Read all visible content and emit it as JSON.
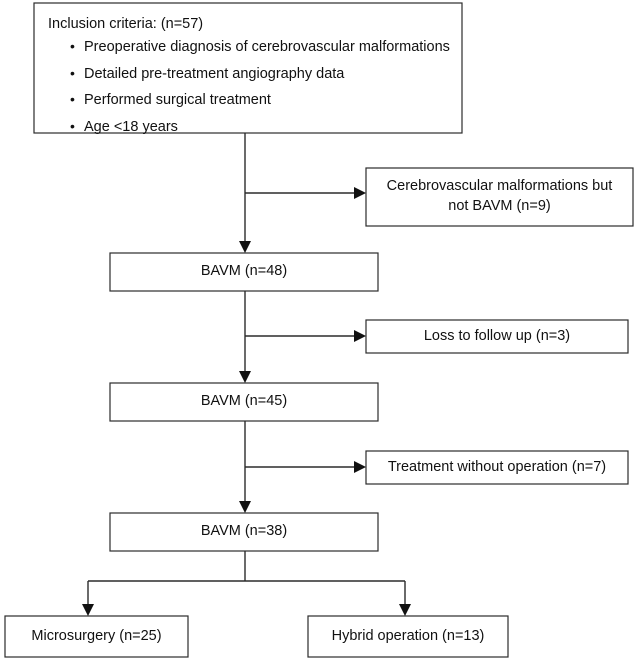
{
  "diagram": {
    "type": "flowchart",
    "title": "Patient selection flowchart",
    "colors": {
      "background": "#ffffff",
      "box_border": "#2b2b2b",
      "line": "#2b2b2b",
      "text": "#111111"
    },
    "inclusion": {
      "heading": "Inclusion criteria: (n=57)",
      "items": [
        "Preoperative diagnosis of cerebrovascular malformations",
        "Detailed pre-treatment angiography data",
        "Performed surgical treatment",
        "Age <18 years"
      ]
    },
    "nodes": {
      "excluded_1": {
        "line1": "Cerebrovascular malformations but",
        "line2": "not BAVM (n=9)"
      },
      "bavm_48": "BAVM (n=48)",
      "excluded_2": "Loss to follow up (n=3)",
      "bavm_45": "BAVM (n=45)",
      "excluded_3": "Treatment without operation (n=7)",
      "bavm_38": "BAVM (n=38)",
      "outcome_left": "Microsurgery (n=25)",
      "outcome_right": "Hybrid operation (n=13)"
    }
  }
}
